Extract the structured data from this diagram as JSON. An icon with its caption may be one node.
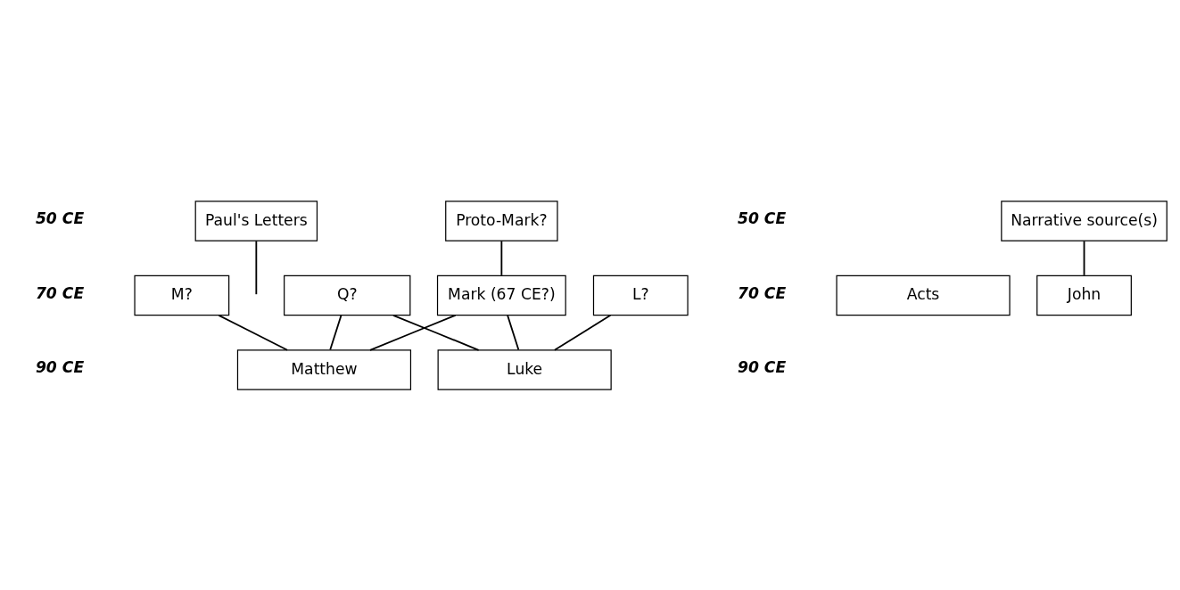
{
  "diagram": {
    "nodes": [
      {
        "text": [
          "Paul's Letters"
        ]
      },
      {
        "text": [
          "Proto-Mark?"
        ]
      },
      {
        "text": [
          "Q?"
        ]
      },
      {
        "text": [
          "Mark (67 CE?)"
        ]
      },
      {
        "text": [
          "M?"
        ]
      },
      {
        "text": [
          "L?"
        ]
      },
      {
        "text": [
          "Narrative source(s)"
        ]
      },
      {
        "text": [
          "Matthew"
        ]
      },
      {
        "text": [
          "Luke"
        ]
      },
      {
        "text": [
          "Acts"
        ]
      },
      {
        "text": [
          "John"
        ]
      }
    ],
    "edges": [
      {
        "from": 0,
        "to": null,
        "arrow": "none"
      },
      {
        "from": 1,
        "to": 3,
        "arrow": "none"
      },
      {
        "from": 2,
        "to": 7,
        "arrow": "none"
      },
      {
        "from": 2,
        "to": 8,
        "arrow": "none"
      },
      {
        "from": 3,
        "to": 7,
        "arrow": "none"
      },
      {
        "from": 3,
        "to": 8,
        "arrow": "none"
      },
      {
        "from": 4,
        "to": 7,
        "arrow": "none"
      },
      {
        "from": 5,
        "to": 8,
        "arrow": "none"
      },
      {
        "from": 6,
        "to": 10,
        "arrow": "none"
      }
    ],
    "labels": [
      "50 CE",
      "50 CE",
      "70 CE",
      "70 CE",
      "90 CE",
      "90 CE"
    ]
  }
}
